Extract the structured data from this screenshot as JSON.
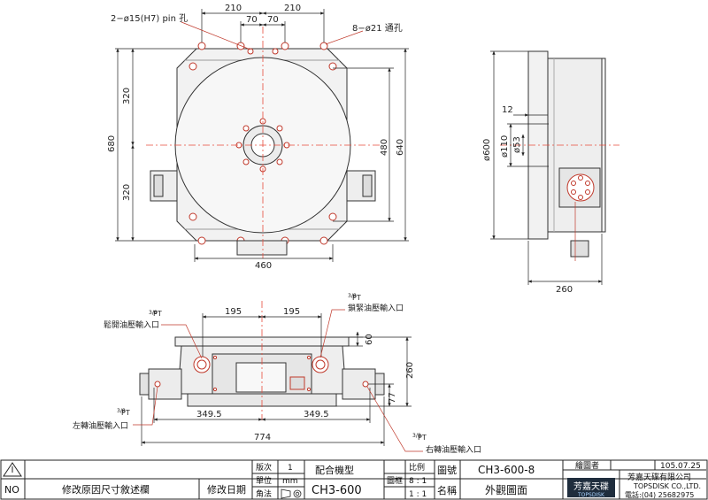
{
  "top_view": {
    "pin_hole_label": "2−ø15(H7) pin 孔",
    "through_hole_label": "8−ø21  通孔",
    "dim_210_left": "210",
    "dim_210_right": "210",
    "dim_70_left": "70",
    "dim_70_right": "70",
    "dim_680": "680",
    "dim_320_top": "320",
    "dim_320_bottom": "320",
    "dim_480": "480",
    "dim_640": "640",
    "dim_460": "460"
  },
  "side_view": {
    "dim_12": "12",
    "dim_600": "ø600",
    "dim_110": "ø110",
    "dim_53": "ø53",
    "dim_260": "260"
  },
  "front_view": {
    "dim_195_left": "195",
    "dim_195_right": "195",
    "dim_60": "60",
    "dim_260": "260",
    "dim_77": "77",
    "dim_349_left": "349.5",
    "dim_349_right": "349.5",
    "dim_774": "774",
    "port_release_label": "鬆開油壓輸入口",
    "port_clamp_label": "鎖緊油壓輸入口",
    "port_left_label": "左轉油壓輸入口",
    "port_right_label": "右轉油壓輸入口",
    "pt_fraction": "3/8",
    "pt_unit": "PT"
  },
  "title_block": {
    "no_label": "NO",
    "revision_desc_label": "修改原因尺寸敘述欄",
    "revision_date_label": "修改日期",
    "version_label": "版次",
    "version_value": "1",
    "unit_label": "單位",
    "unit_value": "mm",
    "projection_label": "角法",
    "model_label": "配合機型",
    "model_value": "CH3-600",
    "scale_label": "比例",
    "drawing_frame_label": "圖框",
    "frame_scale": "8 : 1",
    "scale_value": "1 : 1",
    "drawing_no_label": "圖號",
    "drawing_no_value": "CH3-600-8",
    "name_label": "名稱",
    "name_value": "外觀圖面",
    "drafter_label": "繪圖者",
    "date_value": "105.07.25",
    "company_cn": "芳嘉天碟有限公司",
    "company_en": "TOPSDISK CO.,LTD.",
    "phone": "電話:(04) 25682975",
    "logo_cn": "芳嘉天碟",
    "logo_en": "TOPSDISK"
  }
}
